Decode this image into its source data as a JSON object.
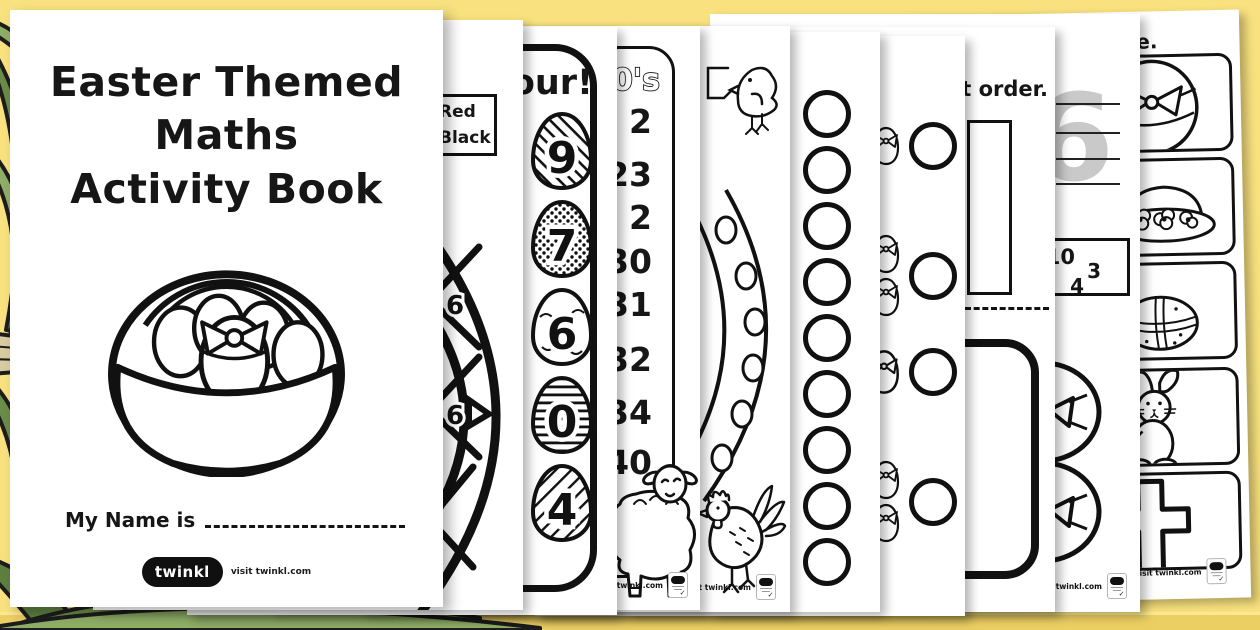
{
  "background": {
    "base": "#f8e17e",
    "bottom_band": "#eccf63",
    "leaf_dark": "#6a8c47",
    "leaf_light": "#8fae66",
    "stem": "#d8cba0",
    "ink": "#161616",
    "trace_grey": "#c9c9c9"
  },
  "cover": {
    "title_lines": [
      "Easter Themed",
      "Maths",
      "Activity Book"
    ],
    "name_label": "My Name is",
    "logo": {
      "brand": "twinkl",
      "tagline": "visit twinkl.com"
    }
  },
  "footer_text": "visit twinkl.com",
  "pages": {
    "dartboard_key": {
      "labels": [
        "Red",
        "Black"
      ],
      "dart_numbers": [
        "6",
        "6"
      ]
    },
    "colour_eggs": {
      "title_fragment": "our!",
      "egg_numbers": [
        "9",
        "7",
        "6",
        "0",
        "4"
      ]
    },
    "counting_in_10s": {
      "title_fragment": "0's",
      "numbers": [
        "2",
        "23",
        "2",
        "30",
        "31",
        "32",
        "34",
        "40"
      ]
    },
    "spotted_egg_page": {
      "icons": [
        "chick-icon",
        "spotted-egg-icon",
        "chicken-icon"
      ]
    },
    "counting_circles": {
      "circle_count": 9
    },
    "egg_count_match": {
      "rows": [
        1,
        2,
        1,
        2
      ]
    },
    "cut_and_order": {
      "title_fragment": "t order."
    },
    "number_formation": {
      "trace_number": "6",
      "box_numbers": [
        "10",
        "3",
        "4"
      ]
    },
    "picture_cards": {
      "title_fragment": "re.",
      "card_icons": [
        "easter-egg-icon",
        "easter-bonnet-icon",
        "hot-cross-bun-icon",
        "easter-bunny-icon",
        "cross-icon"
      ]
    }
  }
}
